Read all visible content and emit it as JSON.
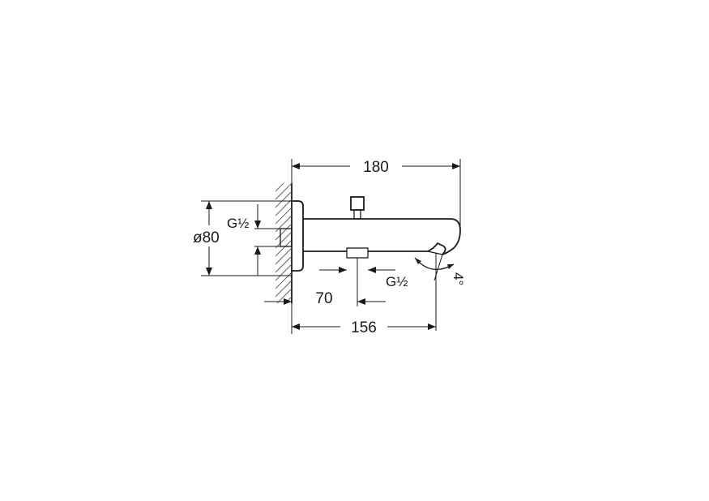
{
  "dimensions": {
    "total_length": "180",
    "spout_length": "156",
    "diverter_offset": "70",
    "rosette_diameter": "ø80",
    "wall_thread": "G½",
    "outlet_thread": "G½",
    "spout_angle": "4°"
  }
}
